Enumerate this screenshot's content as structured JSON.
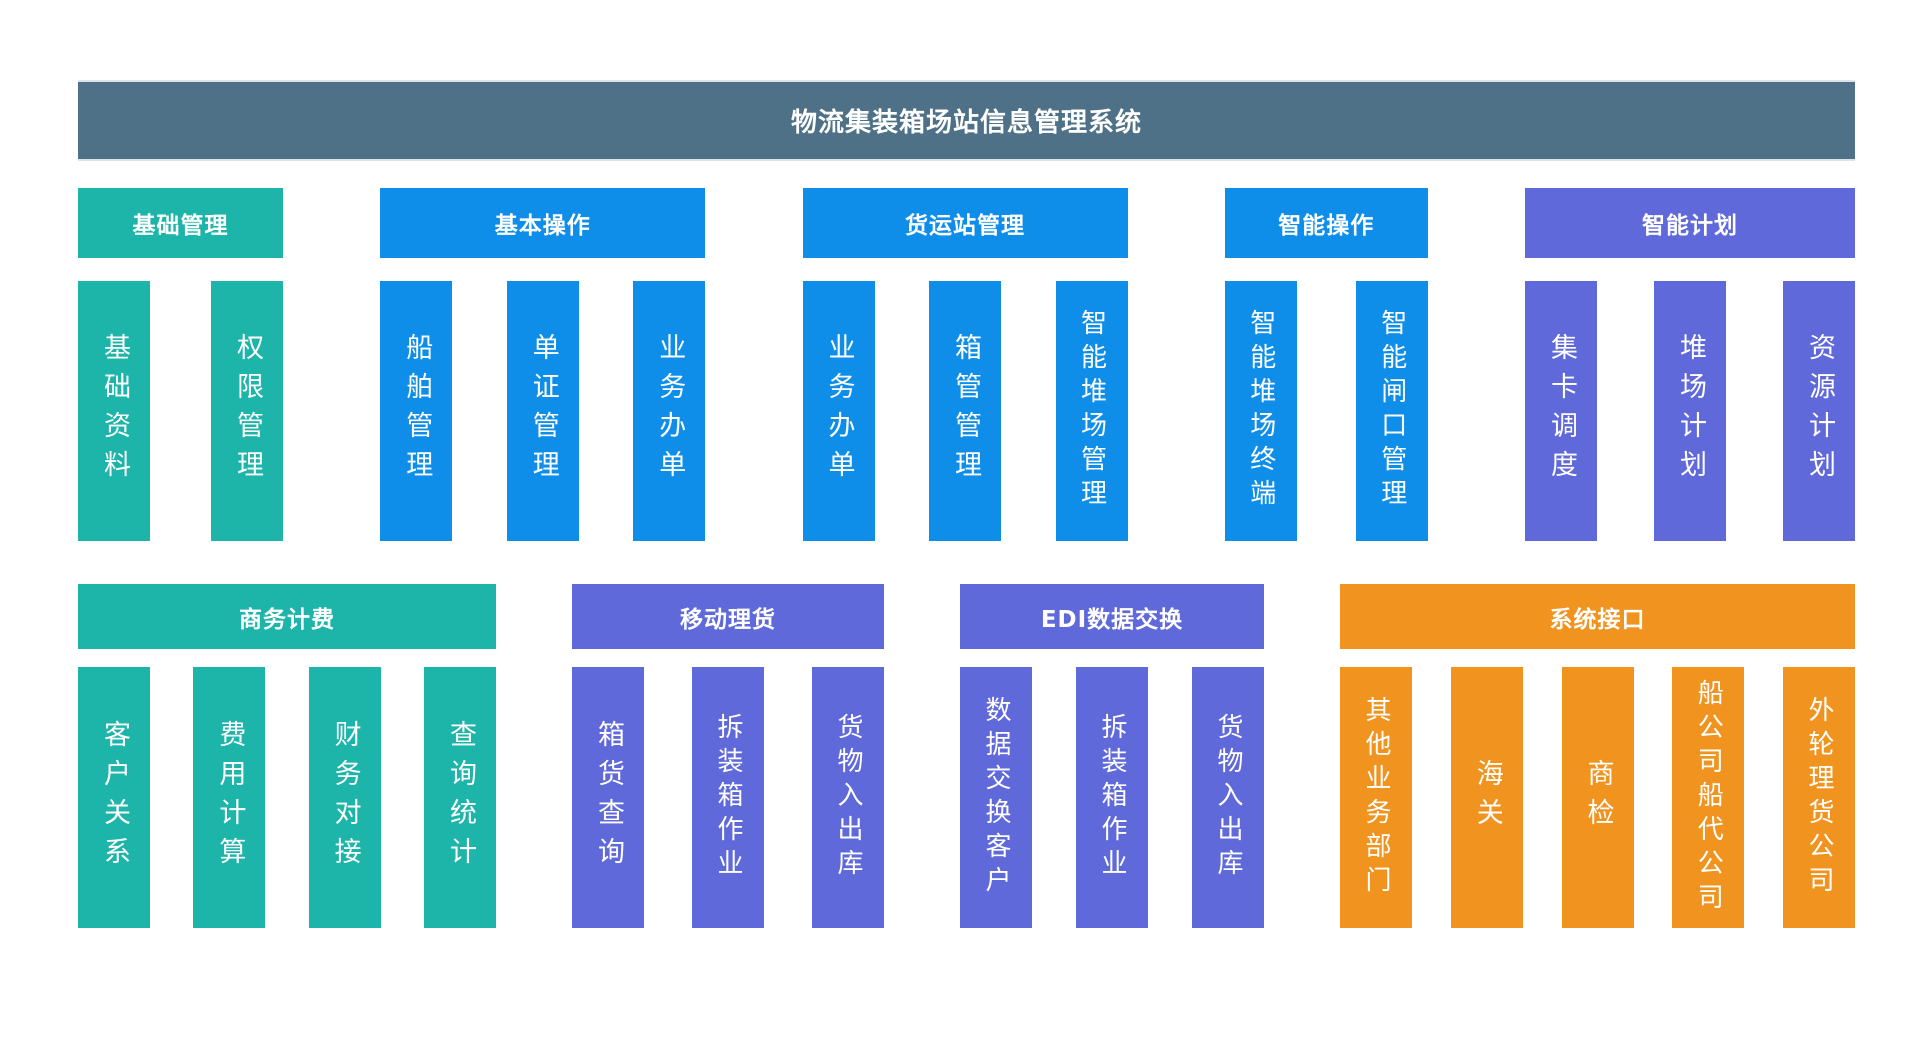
{
  "title": "物流集装箱场站信息管理系统",
  "colors": {
    "banner_bg": "#4e7187",
    "teal": "#1db4aa",
    "blue": "#0e8ee9",
    "purple": "#5f69da",
    "orange": "#f0941f",
    "text": "#ffffff"
  },
  "rows": [
    {
      "groups": [
        {
          "label": "基础管理",
          "color": "teal",
          "items": [
            "基础资料",
            "权限管理"
          ]
        },
        {
          "label": "基本操作",
          "color": "blue",
          "items": [
            "船舶管理",
            "单证管理",
            "业务办单"
          ]
        },
        {
          "label": "货运站管理",
          "color": "blue",
          "items": [
            "业务办单",
            "箱管管理",
            "智能堆场管理"
          ]
        },
        {
          "label": "智能操作",
          "color": "blue",
          "items": [
            "智能堆场终端",
            "智能闸口管理"
          ]
        },
        {
          "label": "智能计划",
          "color": "purple",
          "items": [
            "集卡调度",
            "堆场计划",
            "资源计划"
          ]
        }
      ]
    },
    {
      "groups": [
        {
          "label": "商务计费",
          "color": "teal",
          "items": [
            "客户关系",
            "费用计算",
            "财务对接",
            "查询统计"
          ]
        },
        {
          "label": "移动理货",
          "color": "purple",
          "items": [
            "箱货查询",
            "拆装箱作业",
            "货物入出库"
          ]
        },
        {
          "label": "EDI数据交换",
          "color": "purple",
          "items": [
            "数据交换客户",
            "拆装箱作业",
            "货物入出库"
          ]
        },
        {
          "label": "系统接口",
          "color": "orange",
          "items": [
            "其他业务部门",
            "海关",
            "商检",
            "船公司船代公司",
            "外轮理货公司"
          ]
        }
      ]
    }
  ]
}
